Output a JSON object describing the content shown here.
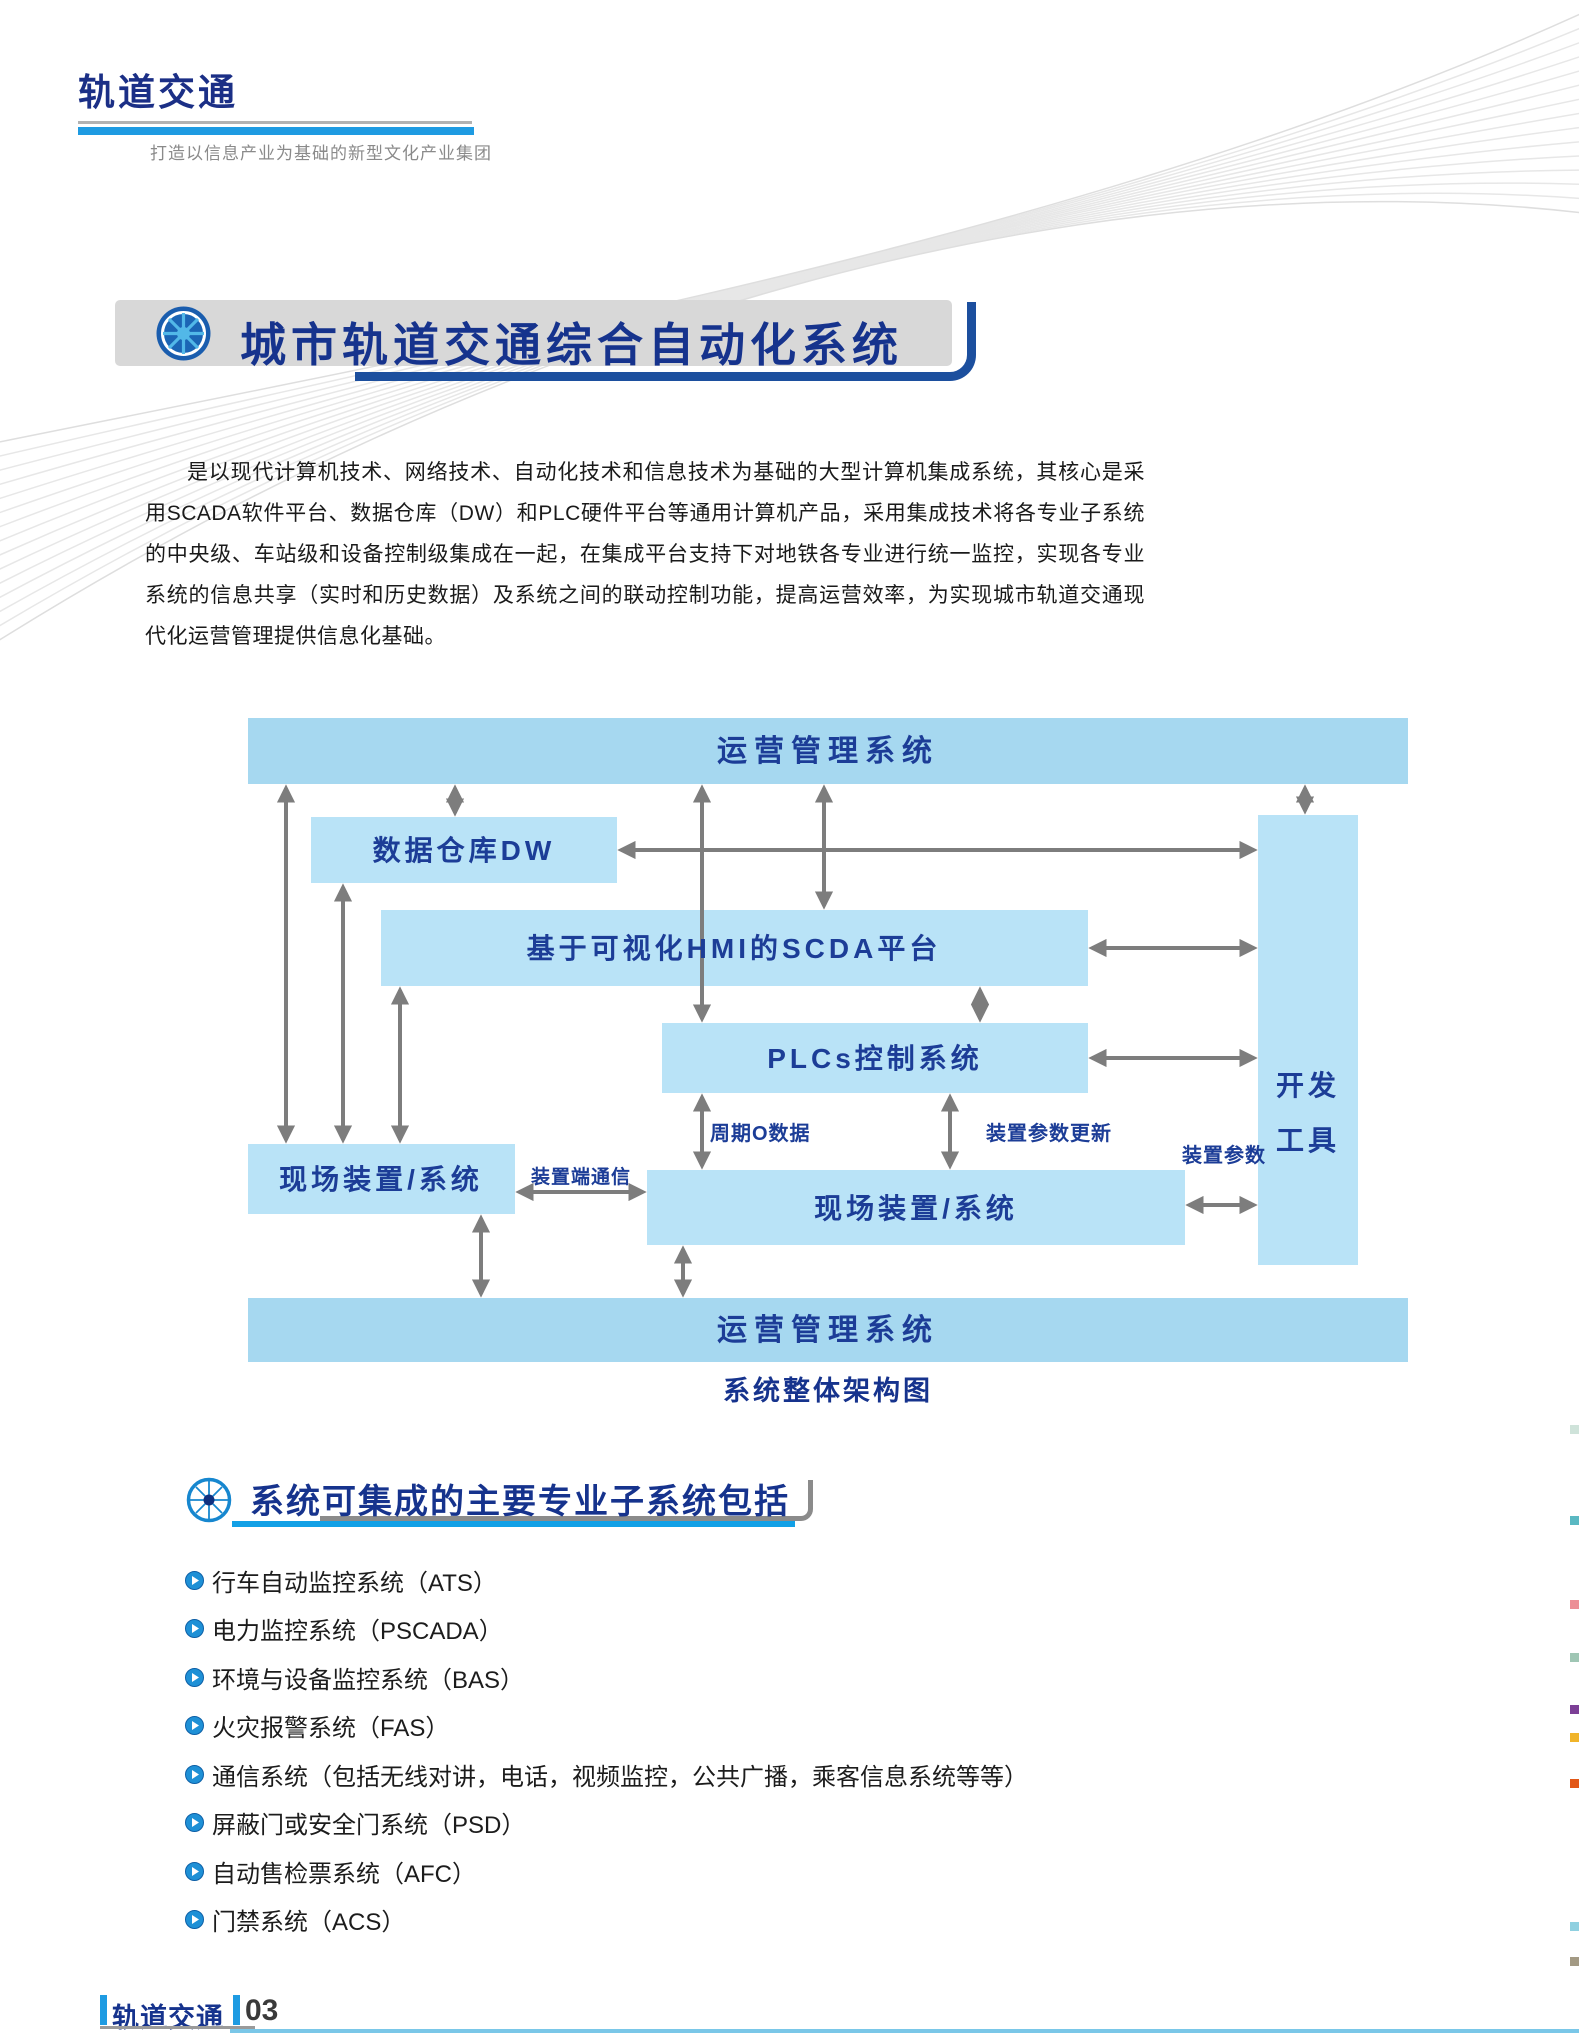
{
  "header": {
    "logo": "轨道交通",
    "tagline": "打造以信息产业为基础的新型文化产业集团"
  },
  "section1": {
    "title": "城市轨道交通综合自动化系统",
    "paragraph": "是以现代计算机技术、网络技术、自动化技术和信息技术为基础的大型计算机集成系统，其核心是采用SCADA软件平台、数据仓库（DW）和PLC硬件平台等通用计算机产品，采用集成技术将各专业子系统的中央级、车站级和设备控制级集成在一起，在集成平台支持下对地铁各专业进行统一监控，实现各专业系统的信息共享（实时和历史数据）及系统之间的联动控制功能，提高运营效率，为实现城市轨道交通现代化运营管理提供信息化基础。"
  },
  "diagram": {
    "caption": "系统整体架构图",
    "boxes": {
      "top_band": "运营管理系统",
      "dw": "数据仓库DW",
      "scda": "基于可视化HMI的SCDA平台",
      "plc": "PLCs控制系统",
      "dev_tools_line1": "开发",
      "dev_tools_line2": "工具",
      "field_left": "现场装置/系统",
      "field_mid": "现场装置/系统",
      "bottom_band": "运营管理系统"
    },
    "labels": {
      "cycle_data": "周期O数据",
      "param_update": "装置参数更新",
      "device_param": "装置参数",
      "device_comm": "装置端通信"
    }
  },
  "section2": {
    "title": "系统可集成的主要专业子系统包括",
    "items": [
      "行车自动监控系统（ATS）",
      "电力监控系统（PSCADA）",
      "环境与设备监控系统（BAS）",
      "火灾报警系统（FAS）",
      "通信系统（包括无线对讲，电话，视频监控，公共广播，乘客信息系统等等）",
      "屏蔽门或安全门系统（PSD）",
      "自动售检票系统（AFC）",
      "门禁系统（ACS）"
    ]
  },
  "footer": {
    "brand": "轨道交通",
    "page_number": "03"
  },
  "colors": {
    "navy_title": "#16338d",
    "diagram_text": "#1c3d97",
    "accent_blue": "#1e9be2",
    "frame_blue": "#1c4f9e",
    "title_bar_gray": "#d8d8d8",
    "band_fill": "#a6d8f0",
    "box_fill": "#b9e3f7",
    "arrow_gray": "#7d7d7d",
    "right_squares": [
      "#cfe3da",
      "#5ab8c2",
      "#ec8f96",
      "#9fc6b4",
      "#7c3f96",
      "#f0b42a",
      "#e25717",
      "#8fd0e0",
      "#a39a84"
    ]
  }
}
